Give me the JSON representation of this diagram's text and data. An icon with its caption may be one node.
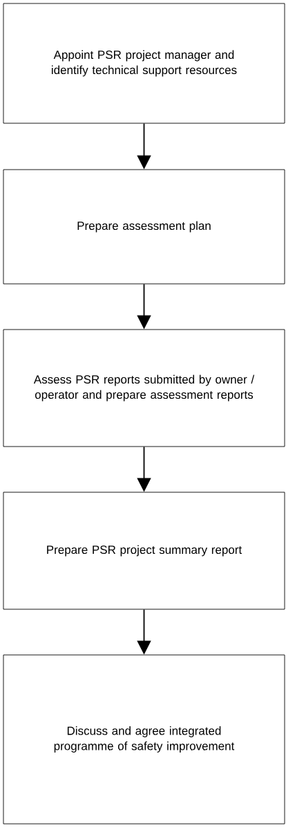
{
  "diagram": {
    "nodes": [
      {
        "text": [
          "Appoint PSR project manager and identify technical support resources"
        ]
      },
      {
        "text": [
          "Prepare assessment plan"
        ]
      },
      {
        "text": [
          "Assess PSR reports submitted by owner / operator and prepare assessment reports"
        ]
      },
      {
        "text": [
          "Prepare PSR project summary report"
        ]
      },
      {
        "text": [
          "Discuss and agree integrated programme of safety improvement"
        ]
      }
    ],
    "edges": [
      {
        "from": 0,
        "to": 1,
        "arrow": "to"
      },
      {
        "from": 1,
        "to": 2,
        "arrow": "to"
      },
      {
        "from": 2,
        "to": 3,
        "arrow": "to"
      },
      {
        "from": 3,
        "to": 4,
        "arrow": "to"
      }
    ]
  }
}
